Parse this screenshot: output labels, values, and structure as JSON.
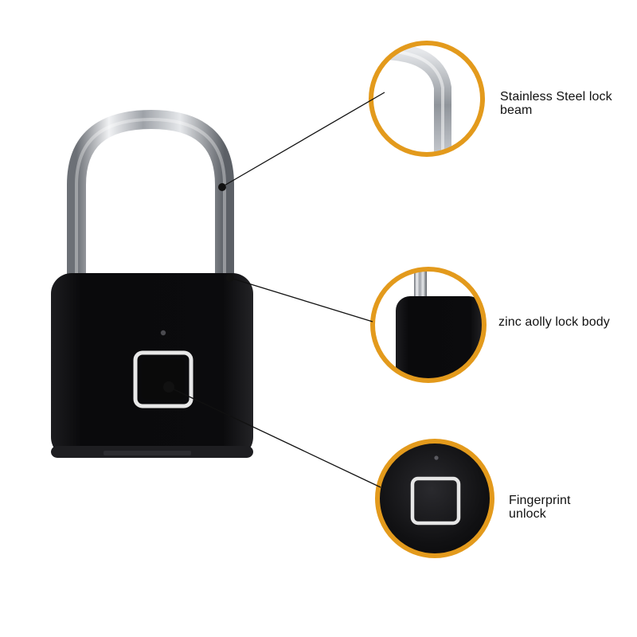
{
  "callouts": {
    "beam": {
      "line1": "Stainless Steel lock",
      "line2": "beam"
    },
    "body": {
      "text": "zinc aolly lock body"
    },
    "fingerprint": {
      "line1": "Fingerprint",
      "line2": "unlock"
    }
  },
  "colors": {
    "ring": "#e39a1c",
    "lock_body": "#0c0c0e",
    "shackle": "#c9ccd1",
    "sensor_ring": "#e8e8e8"
  },
  "icons": [
    "padlock-image",
    "shackle-zoom",
    "body-zoom",
    "sensor-zoom"
  ]
}
